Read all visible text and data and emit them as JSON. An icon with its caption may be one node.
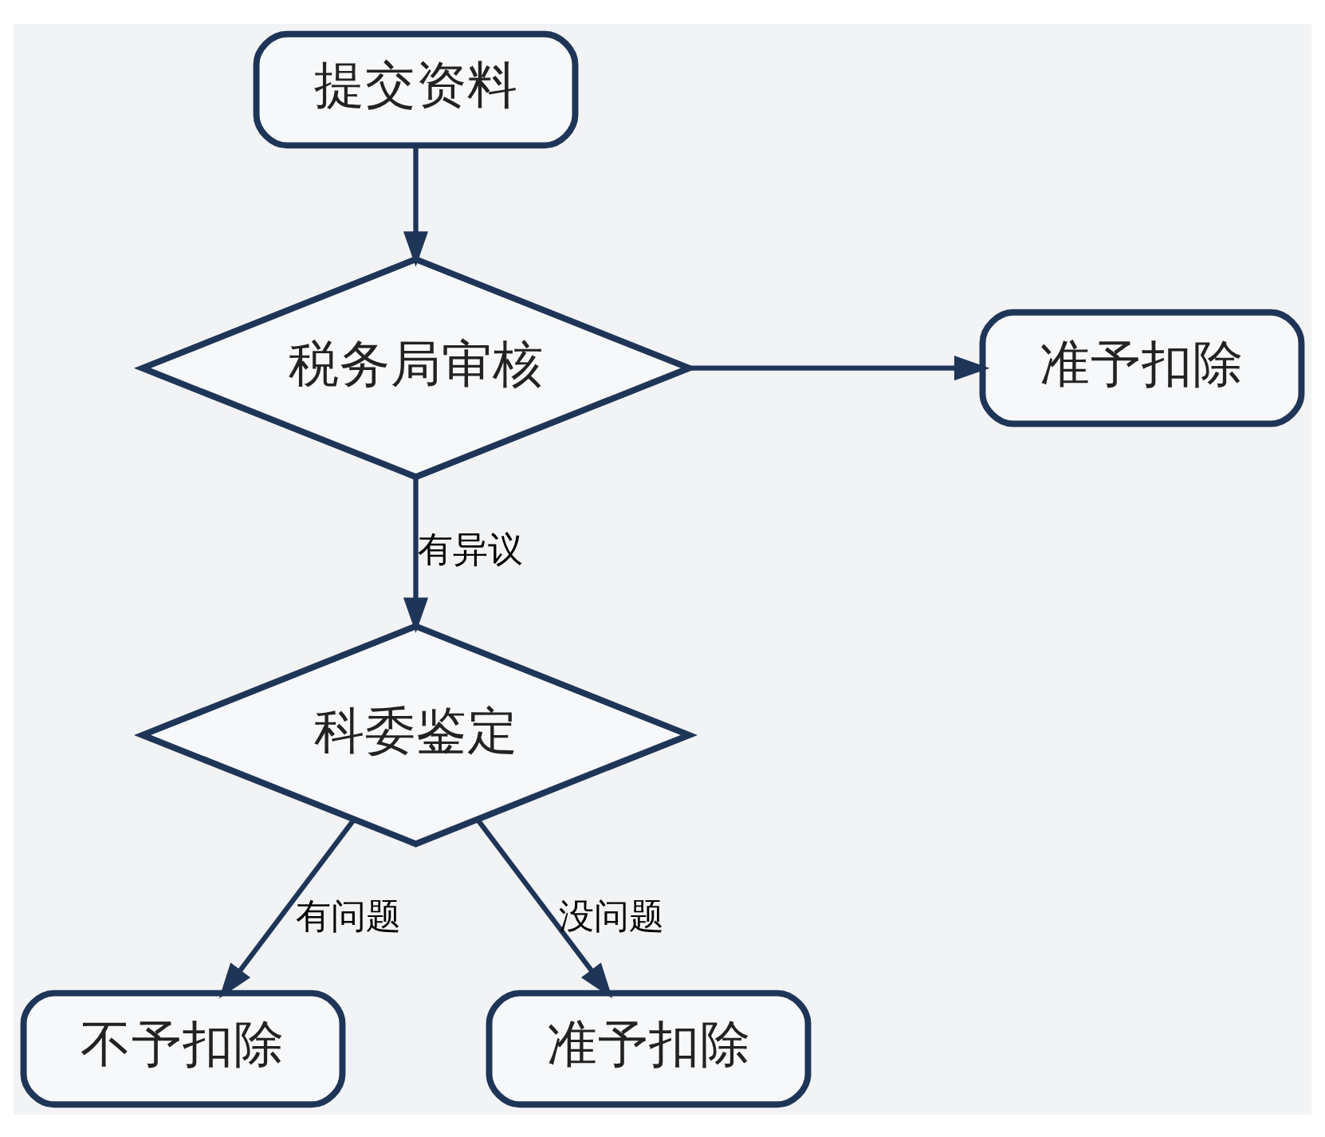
{
  "diagram": {
    "nodes": [
      {
        "text": [
          "提交资料"
        ]
      },
      {
        "text": [
          "税务局审核"
        ]
      },
      {
        "text": [
          "准予扣除"
        ]
      },
      {
        "text": [
          "科委鉴定"
        ]
      },
      {
        "text": [
          "不予扣除"
        ]
      },
      {
        "text": [
          "准予扣除"
        ]
      }
    ],
    "edges": [
      {
        "from": 0,
        "to": 1,
        "arrow": "to"
      },
      {
        "from": 1,
        "to": 2,
        "arrow": "to"
      },
      {
        "from": 1,
        "to": 3,
        "arrow": "to",
        "label": "有异议"
      },
      {
        "from": 3,
        "to": 4,
        "arrow": "to",
        "label": "有问题"
      },
      {
        "from": 3,
        "to": 5,
        "arrow": "to",
        "label": "没问题"
      }
    ]
  }
}
